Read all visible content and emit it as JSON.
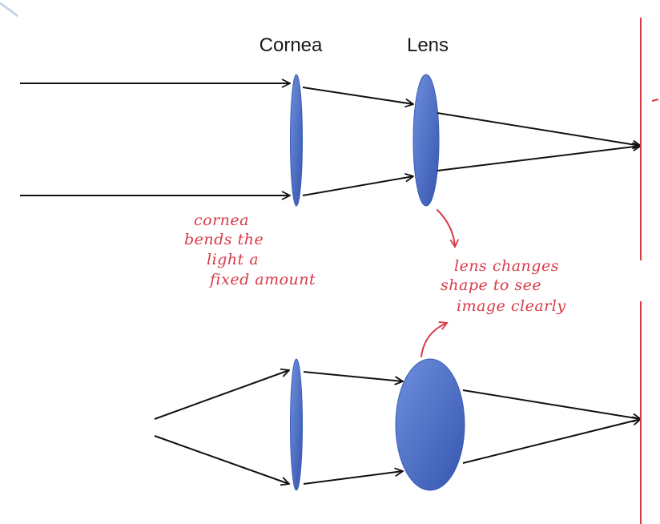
{
  "labels": {
    "cornea": "Cornea",
    "lens": "Lens"
  },
  "notes": {
    "cornea_note": [
      "cornea",
      "bends the",
      "light a",
      "fixed amount"
    ],
    "lens_note": [
      "lens changes",
      "shape to see",
      "image clearly"
    ]
  },
  "colors": {
    "lens_fill": "#4a6fc4",
    "lens_edge": "#3b5db4",
    "ray": "#111111",
    "annotation": "#d93a47"
  },
  "icons": {
    "arrowhead": "open-chevron-arrowhead",
    "curved_arrow": "curved-arrow"
  }
}
